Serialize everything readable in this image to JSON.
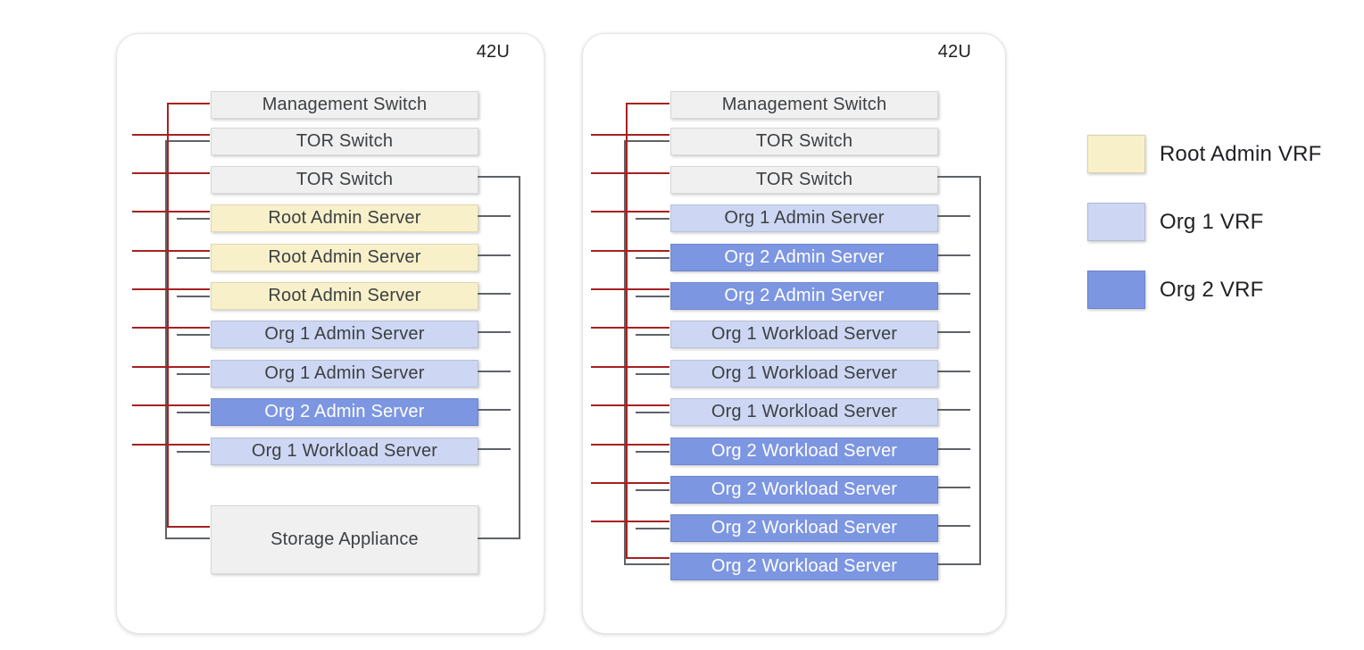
{
  "colors": {
    "root_admin_vrf": "#f8f0c9",
    "org1_vrf": "#cdd7f3",
    "org2_vrf": "#7d96e2",
    "device": "#f0f0f0",
    "line_red": "#a62121",
    "line_gray": "#5f6368"
  },
  "racks": [
    {
      "name": "rack-1",
      "capacity_label": "42U",
      "units": [
        {
          "label": "Management Switch",
          "type": "device"
        },
        {
          "label": "TOR Switch",
          "type": "device"
        },
        {
          "label": "TOR Switch",
          "type": "device"
        },
        {
          "label": "Root Admin Server",
          "type": "root_admin_vrf"
        },
        {
          "label": "Root Admin Server",
          "type": "root_admin_vrf"
        },
        {
          "label": "Root Admin Server",
          "type": "root_admin_vrf"
        },
        {
          "label": "Org 1 Admin Server",
          "type": "org1_vrf"
        },
        {
          "label": "Org 1 Admin Server",
          "type": "org1_vrf"
        },
        {
          "label": "Org 2 Admin Server",
          "type": "org2_vrf"
        },
        {
          "label": "Org 1 Workload Server",
          "type": "org1_vrf"
        },
        {
          "label": "Storage Appliance",
          "type": "storage"
        }
      ]
    },
    {
      "name": "rack-2",
      "capacity_label": "42U",
      "units": [
        {
          "label": "Management Switch",
          "type": "device"
        },
        {
          "label": "TOR Switch",
          "type": "device"
        },
        {
          "label": "TOR Switch",
          "type": "device"
        },
        {
          "label": "Org 1 Admin Server",
          "type": "org1_vrf"
        },
        {
          "label": "Org 2 Admin Server",
          "type": "org2_vrf"
        },
        {
          "label": "Org 2 Admin Server",
          "type": "org2_vrf"
        },
        {
          "label": "Org 1 Workload Server",
          "type": "org1_vrf"
        },
        {
          "label": "Org 1 Workload Server",
          "type": "org1_vrf"
        },
        {
          "label": "Org 1 Workload Server",
          "type": "org1_vrf"
        },
        {
          "label": "Org 2 Workload Server",
          "type": "org2_vrf"
        },
        {
          "label": "Org 2 Workload Server",
          "type": "org2_vrf"
        },
        {
          "label": "Org 2 Workload Server",
          "type": "org2_vrf"
        },
        {
          "label": "Org 2 Workload Server",
          "type": "org2_vrf"
        }
      ]
    }
  ],
  "legend": {
    "items": [
      {
        "label": "Root Admin VRF",
        "color_key": "root_admin_vrf"
      },
      {
        "label": "Org 1 VRF",
        "color_key": "org1_vrf"
      },
      {
        "label": "Org 2 VRF",
        "color_key": "org2_vrf"
      }
    ]
  }
}
